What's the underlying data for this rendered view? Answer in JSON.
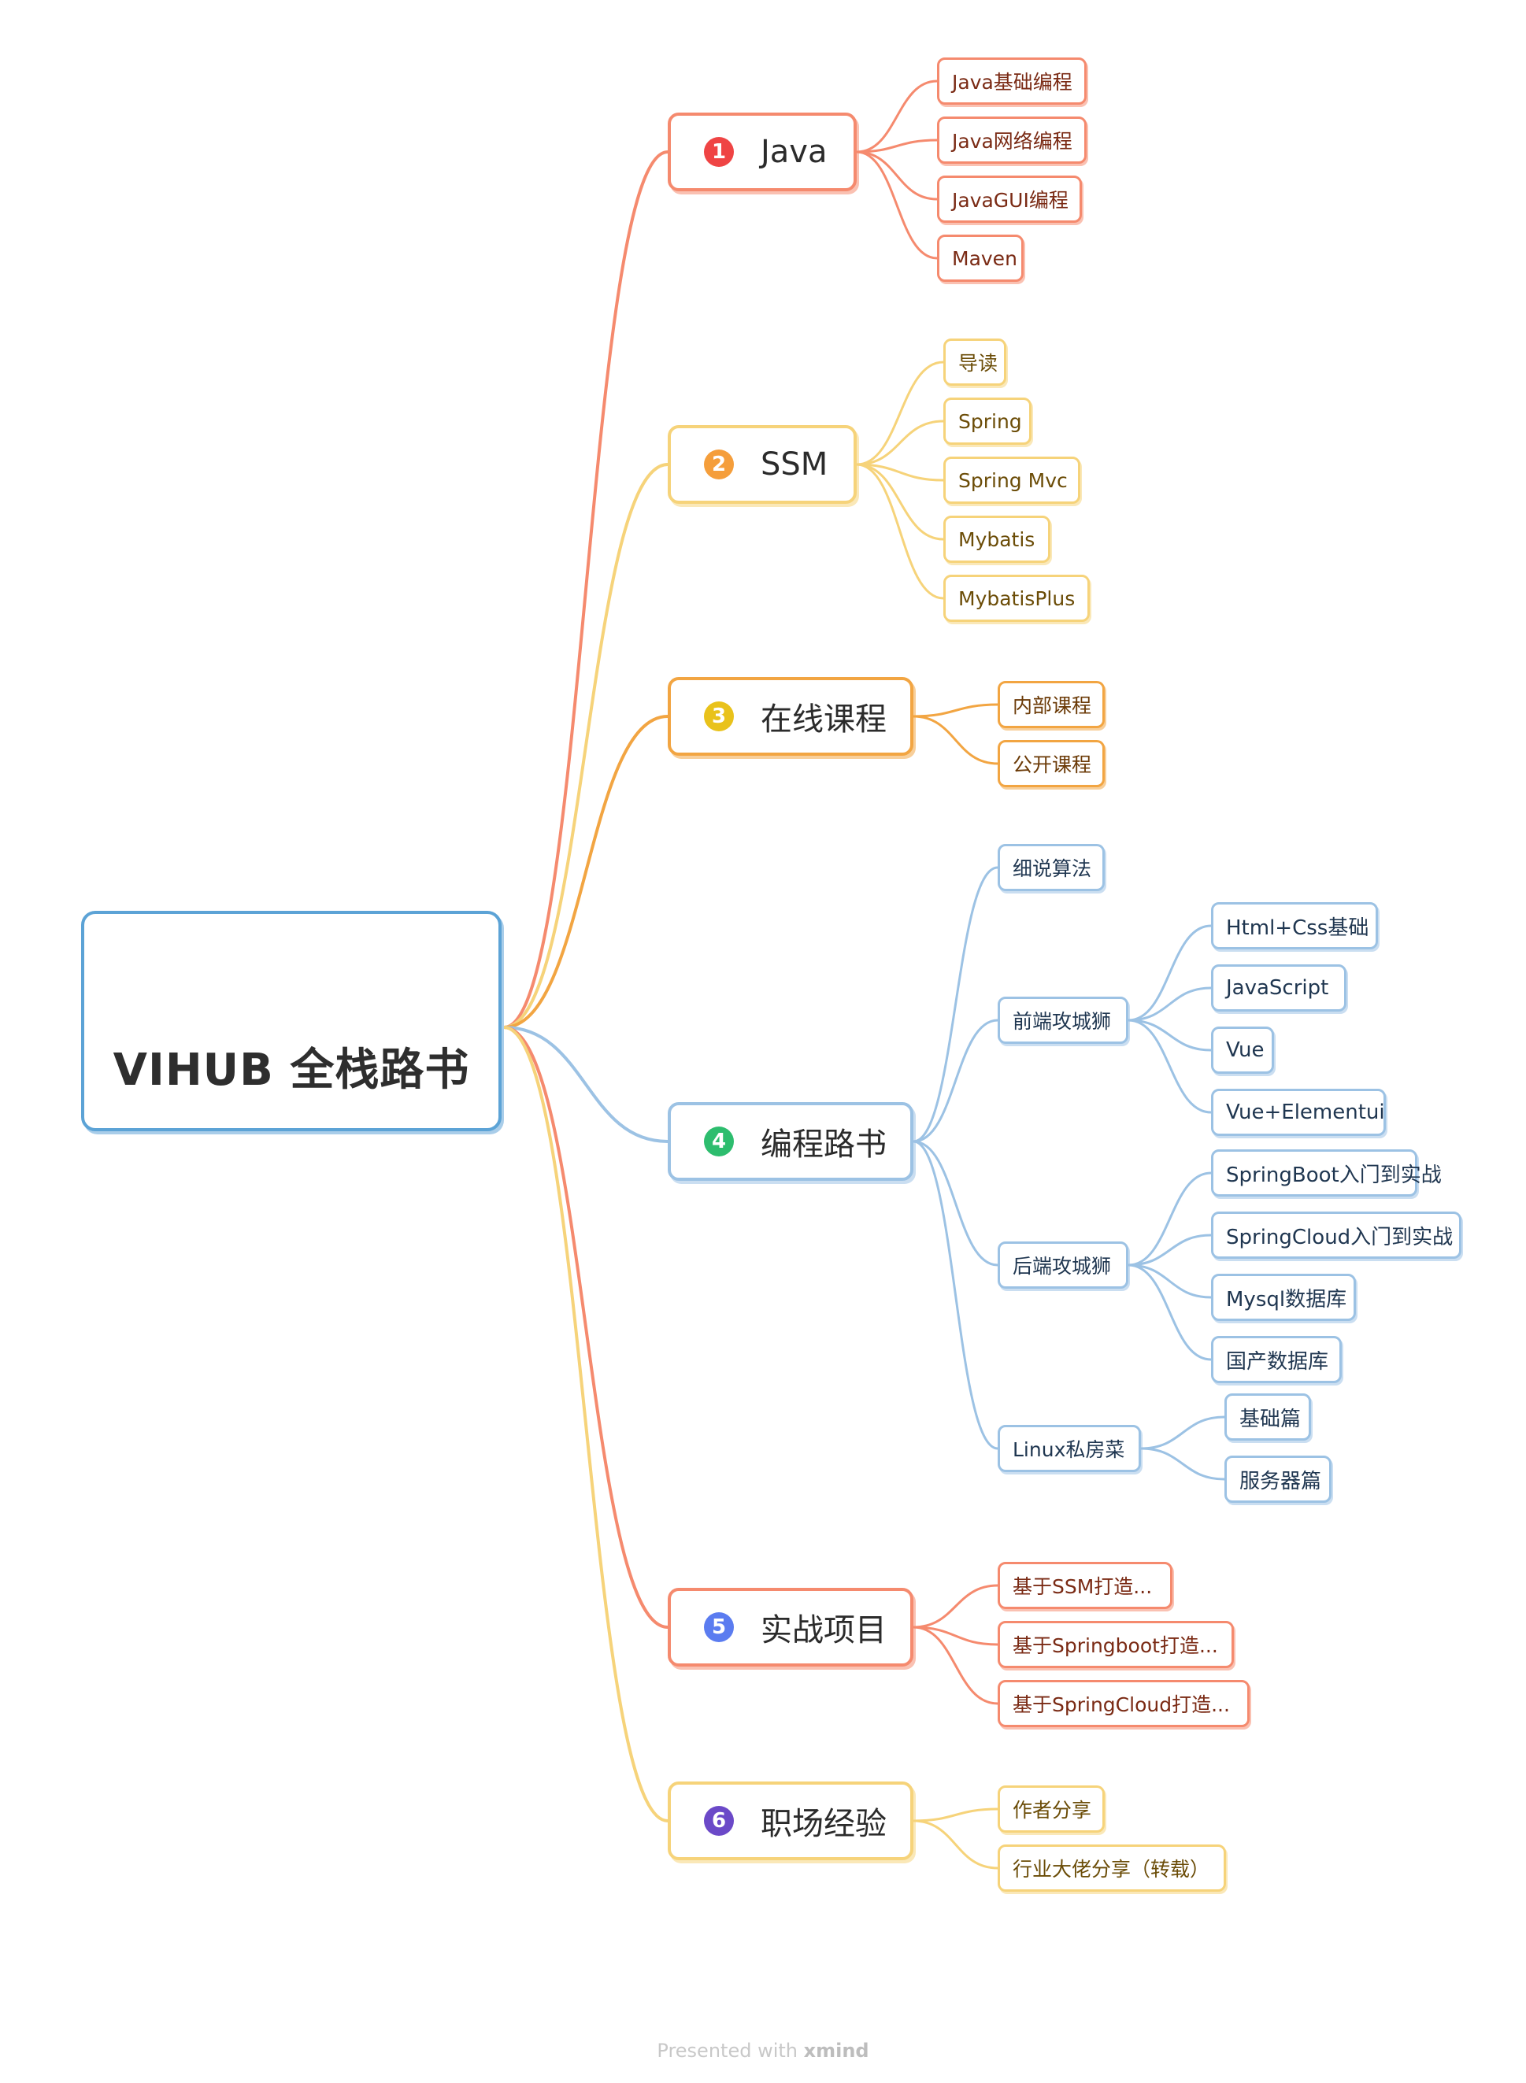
{
  "root": {
    "title": "VIHUB 全栈路书",
    "icon": "notebook-icon"
  },
  "colors": {
    "red": "#f58a6e",
    "yellow": "#f6d37a",
    "orange": "#f2a542",
    "blue": "#9cc2e4",
    "badges": [
      "#ef4444",
      "#f59e3b",
      "#e9c21b",
      "#2dbd6e",
      "#5b7cf0",
      "#6b49c8"
    ]
  },
  "branches": [
    {
      "num": "1",
      "label": "Java",
      "children": [
        "Java基础编程",
        "Java网络编程",
        "JavaGUI编程",
        "Maven"
      ]
    },
    {
      "num": "2",
      "label": "SSM",
      "children": [
        "导读",
        "Spring",
        "Spring Mvc",
        "Mybatis",
        "MybatisPlus"
      ]
    },
    {
      "num": "3",
      "label": "在线课程",
      "children": [
        "内部课程",
        "公开课程"
      ]
    },
    {
      "num": "4",
      "label": "编程路书",
      "children": [
        {
          "label": "细说算法",
          "children": []
        },
        {
          "label": "前端攻城狮",
          "children": [
            "Html+Css基础",
            "JavaScript",
            "Vue",
            "Vue+Elementui"
          ]
        },
        {
          "label": "后端攻城狮",
          "children": [
            "SpringBoot入门到实战",
            "SpringCloud入门到实战",
            "Mysql数据库",
            "国产数据库"
          ]
        },
        {
          "label": "Linux私房菜",
          "children": [
            "基础篇",
            "服务器篇"
          ]
        }
      ]
    },
    {
      "num": "5",
      "label": "实战项目",
      "children": [
        "基于SSM打造...",
        "基于Springboot打造...",
        "基于SpringCloud打造..."
      ]
    },
    {
      "num": "6",
      "label": "职场经验",
      "children": [
        "作者分享",
        "行业大佬分享（转载）"
      ]
    }
  ],
  "footer": {
    "prefix": "Presented with",
    "brand": "xmind"
  }
}
